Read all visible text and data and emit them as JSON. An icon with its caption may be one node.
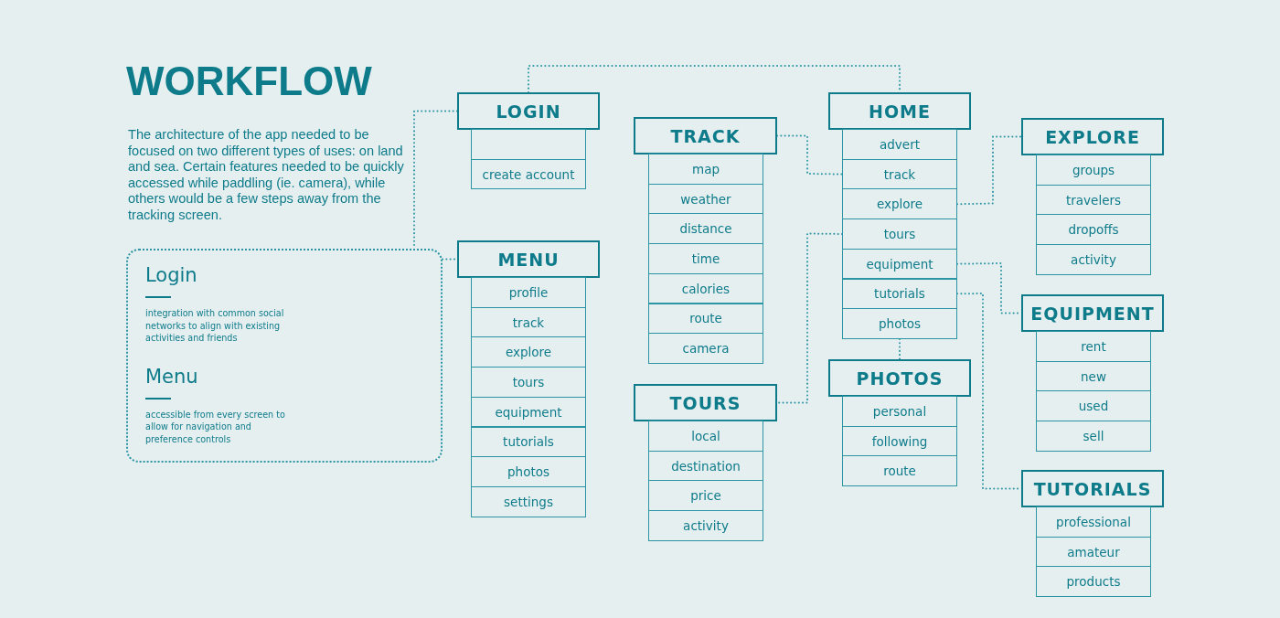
{
  "diagram": {
    "title": "WORKFLOW",
    "nodes": [
      {
        "text": [
          "LOGIN"
        ]
      },
      {
        "text": [],
        "shape": "box"
      },
      {
        "text": [
          "create account"
        ]
      },
      {
        "text": [
          "Login",
          "integration with common social networks to align with existing activities and friends",
          "Menu",
          "accessible from every screen to allow for navigation and preference controls"
        ]
      },
      {
        "text": [
          "MENU"
        ]
      },
      {
        "text": [
          "profile"
        ]
      },
      {
        "text": [
          "track"
        ]
      },
      {
        "text": [
          "explore"
        ]
      },
      {
        "text": [
          "tours"
        ]
      },
      {
        "text": [
          "equipment"
        ]
      },
      {
        "text": [
          "tutorials"
        ]
      },
      {
        "text": [
          "photos"
        ]
      },
      {
        "text": [
          "settings"
        ]
      },
      {
        "text": [
          "TRACK"
        ]
      },
      {
        "text": [
          "map"
        ]
      },
      {
        "text": [
          "weather"
        ]
      },
      {
        "text": [
          "distance"
        ]
      },
      {
        "text": [
          "time"
        ]
      },
      {
        "text": [
          "calories"
        ]
      },
      {
        "text": [
          "route"
        ]
      },
      {
        "text": [
          "camera"
        ]
      },
      {
        "text": [
          "TOURS"
        ]
      },
      {
        "text": [
          "local"
        ]
      },
      {
        "text": [
          "destination"
        ]
      },
      {
        "text": [
          "price"
        ]
      },
      {
        "text": [
          "activity"
        ]
      },
      {
        "text": [
          "HOME"
        ]
      },
      {
        "text": [
          "advert"
        ]
      },
      {
        "text": [
          "track"
        ]
      },
      {
        "text": [
          "explore"
        ]
      },
      {
        "text": [
          "tours"
        ]
      },
      {
        "text": [
          "equipment"
        ]
      },
      {
        "text": [
          "tutorials"
        ]
      },
      {
        "text": [
          "photos"
        ]
      },
      {
        "text": [
          "PHOTOS"
        ]
      },
      {
        "text": [
          "personal"
        ]
      },
      {
        "text": [
          "following"
        ]
      },
      {
        "text": [
          "route"
        ]
      },
      {
        "text": [
          "EXPLORE"
        ]
      },
      {
        "text": [
          "groups"
        ]
      },
      {
        "text": [
          "travelers"
        ]
      },
      {
        "text": [
          "dropoffs"
        ]
      },
      {
        "text": [
          "activity"
        ]
      },
      {
        "text": [
          "EQUIPMENT"
        ]
      },
      {
        "text": [
          "rent"
        ]
      },
      {
        "text": [
          "new"
        ]
      },
      {
        "text": [
          "used"
        ]
      },
      {
        "text": [
          "sell"
        ]
      },
      {
        "text": [
          "TUTORIALS"
        ]
      },
      {
        "text": [
          "professional"
        ]
      },
      {
        "text": [
          "amateur"
        ]
      },
      {
        "text": [
          "products"
        ]
      }
    ],
    "edges": [
      {
        "from": 0,
        "to": 26,
        "arrow": "none"
      },
      {
        "from": 0,
        "to": 3,
        "arrow": "none"
      },
      {
        "from": 3,
        "to": 4,
        "arrow": "none"
      },
      {
        "from": 13,
        "to": 28,
        "arrow": "none"
      },
      {
        "from": 29,
        "to": 38,
        "arrow": "none"
      },
      {
        "from": 30,
        "to": 21,
        "arrow": "none"
      },
      {
        "from": 31,
        "to": 43,
        "arrow": "none"
      },
      {
        "from": 32,
        "to": 48,
        "arrow": "none"
      },
      {
        "from": 33,
        "to": 34,
        "arrow": "none"
      }
    ],
    "labels": [
      "The architecture of the app needed to be focused on two different types of uses: on land and sea. Certain features needed to be quickly accessed while paddling (ie. camera), while others would be a few steps away from the tracking screen."
    ]
  }
}
